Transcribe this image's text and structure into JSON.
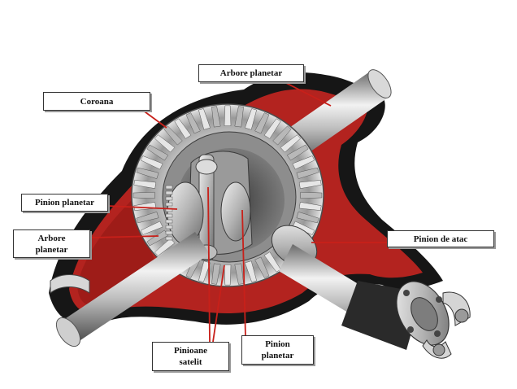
{
  "labels": {
    "arbore_planetar_top": "Arbore planetar",
    "coroana": "Coroana",
    "pinion_planetar_left": "Pinion planetar",
    "arbore_planetar_left_line1": "Arbore",
    "arbore_planetar_left_line2": "planetar",
    "pinion_de_atac": "Pinion de atac",
    "pinioane_satelit_line1": "Pinioane",
    "pinioane_satelit_line2": "satelit",
    "pinion_planetar_bottom_line1": "Pinion",
    "pinion_planetar_bottom_line2": "planetar"
  },
  "colors": {
    "housing_red": "#b3231f",
    "housing_dark": "#1a1a1a",
    "metal_light": "#e8e8e8",
    "metal_mid": "#a9a9a9",
    "metal_dark": "#5e5e5e",
    "leader_red": "#c8201a"
  }
}
